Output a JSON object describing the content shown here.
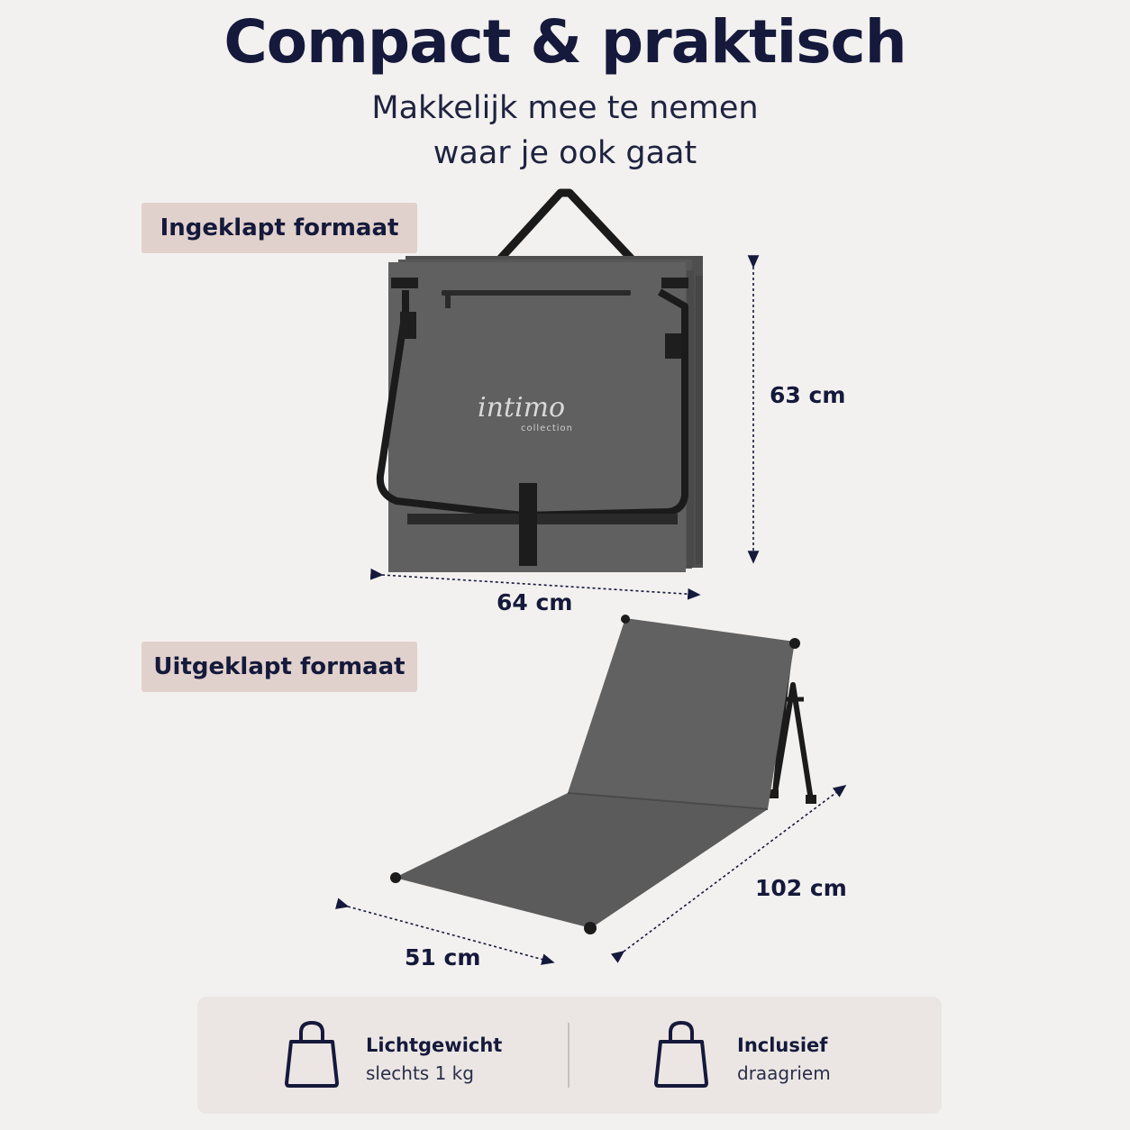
{
  "header": {
    "title": "Compact & praktisch",
    "subtitle_line1": "Makkelijk mee te nemen",
    "subtitle_line2": "waar je ook gaat"
  },
  "folded": {
    "label": "Ingeklapt formaat",
    "height_label": "63 cm",
    "width_label": "64 cm",
    "logo_text": "intimo",
    "logo_sub": "collection"
  },
  "unfolded": {
    "label": "Uitgeklapt formaat",
    "length_label": "102 cm",
    "width_label": "51 cm"
  },
  "features": [
    {
      "icon": "shopping-bag-icon",
      "title": "Lichtgewicht",
      "subtitle": "slechts 1 kg"
    },
    {
      "icon": "shopping-bag-icon",
      "title": "Inclusief",
      "subtitle": "draagriem"
    }
  ],
  "colors": {
    "navy": "#15193b",
    "tag_bg": "#e0d1cc",
    "fabric": "#5f5f60",
    "frame": "#1b1b1c"
  }
}
